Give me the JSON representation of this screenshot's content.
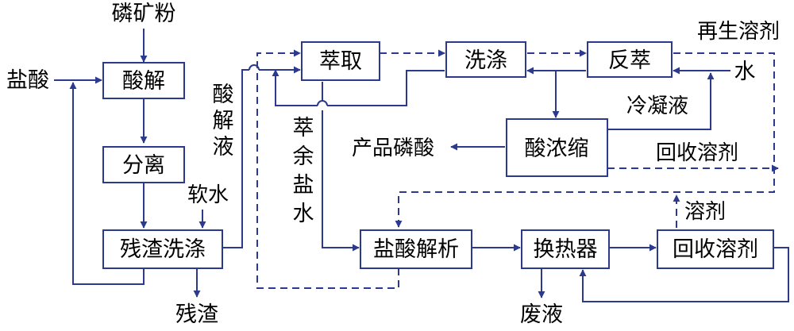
{
  "nodes": {
    "phosphate_rock": "磷矿粉",
    "hydrochloric_acid": "盐酸",
    "acid_leach": "酸解",
    "separation": "分离",
    "soft_water": "软水",
    "residue_washing": "残渣洗涤",
    "residue": "残渣",
    "leach_liquor_1": "酸",
    "leach_liquor_2": "解",
    "leach_liquor_3": "液",
    "extraction": "萃取",
    "raffinate_1": "萃",
    "raffinate_2": "余",
    "raffinate_3": "盐",
    "raffinate_4": "水",
    "washing": "洗涤",
    "back_extraction": "反萃",
    "regenerated_solvent": "再生溶剂",
    "water": "水",
    "condensate": "冷凝液",
    "acid_concentration": "酸浓缩",
    "product_phosphoric_acid": "产品磷酸",
    "recovered_solvent_label": "回收溶剂",
    "hcl_desorption": "盐酸解析",
    "heat_exchanger": "换热器",
    "solvent_recovery": "回收溶剂",
    "solvent": "溶剂",
    "waste_liquid": "废液"
  }
}
